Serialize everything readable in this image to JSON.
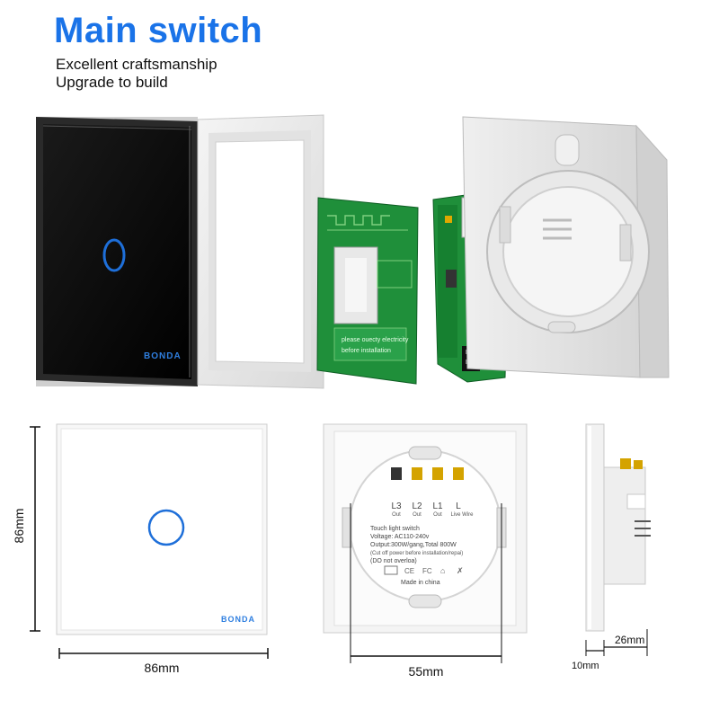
{
  "header": {
    "title": "Main switch",
    "subtitle_1": "Excellent craftsmanship",
    "subtitle_2": "Upgrade to build"
  },
  "brand": {
    "logo_text": "BONDA"
  },
  "pcb": {
    "warning_line_1": "please ouecty electricity",
    "warning_line_2": "before installation"
  },
  "back_label": {
    "terminals": [
      "L3",
      "L2",
      "L1",
      "L"
    ],
    "terminal_subs": [
      "Out",
      "Out",
      "Out",
      "Live Wire"
    ],
    "line1": "Touch light switch",
    "line2": "Voltage: AC110-240v",
    "line3": "Output:300W/gang,Total 800W",
    "line4": "(Cut off power before installation/repai)",
    "line5": "(DO not overloa)",
    "made_in": "Made  in  china"
  },
  "dimensions": {
    "front_height": "86mm",
    "front_width": "86mm",
    "back_width": "55mm",
    "side_depth": "26mm",
    "side_thickness": "10mm"
  },
  "colors": {
    "title_blue": "#1a73e8",
    "touch_ring_blue": "#1e6fd9",
    "glass_black": "#0a0a0a",
    "pcb_green": "#1f8f3a"
  }
}
